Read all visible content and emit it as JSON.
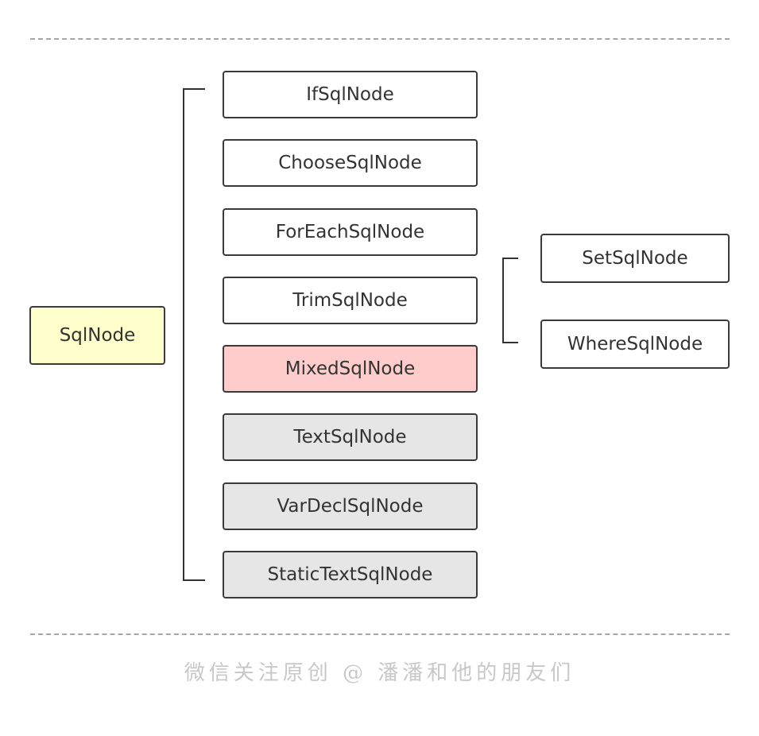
{
  "root": {
    "label": "SqlNode",
    "color": "#ffffcc"
  },
  "children": [
    {
      "label": "IfSqlNode",
      "style": "white"
    },
    {
      "label": "ChooseSqlNode",
      "style": "white"
    },
    {
      "label": "ForEachSqlNode",
      "style": "white"
    },
    {
      "label": "TrimSqlNode",
      "style": "white"
    },
    {
      "label": "MixedSqlNode",
      "style": "pink"
    },
    {
      "label": "TextSqlNode",
      "style": "gray"
    },
    {
      "label": "VarDeclSqlNode",
      "style": "gray"
    },
    {
      "label": "StaticTextSqlNode",
      "style": "gray"
    }
  ],
  "trim_children": [
    {
      "label": "SetSqlNode"
    },
    {
      "label": "WhereSqlNode"
    }
  ],
  "colors": {
    "highlight_pink": "#ffcccc",
    "muted_gray": "#e6e6e6",
    "border": "#3a3a3a"
  },
  "footer": {
    "text": "微信关注原创 @ 潘潘和他的朋友们"
  }
}
